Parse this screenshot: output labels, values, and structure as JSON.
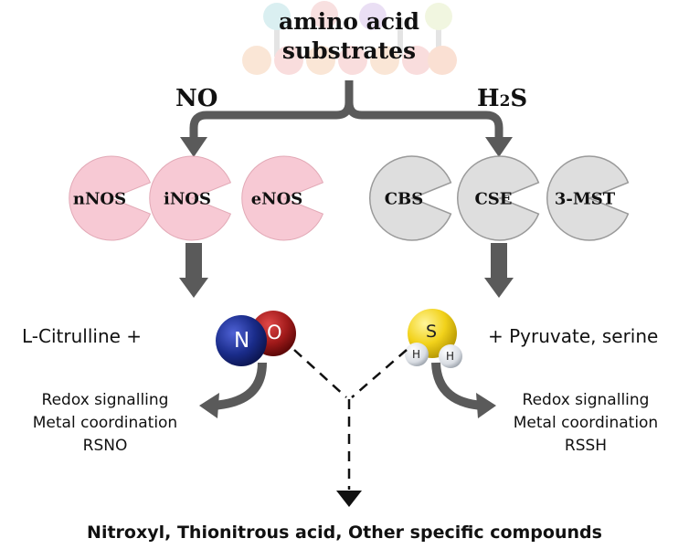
{
  "header": {
    "line1": "amino acid",
    "line2": "substrates"
  },
  "branches": {
    "left": {
      "label": "NO"
    },
    "right": {
      "label_main": "H",
      "label_sub": "2",
      "label_end": "S"
    }
  },
  "enzymes": {
    "no": [
      "nNOS",
      "iNOS",
      "eNOS"
    ],
    "h2s": [
      "CBS",
      "CSE",
      "3-MST"
    ]
  },
  "products": {
    "left_text": "L-Citrulline  +",
    "right_text": "+ Pyruvate, serine"
  },
  "molecules": {
    "no": {
      "atom1": "N",
      "atom2": "O"
    },
    "h2s": {
      "center": "S",
      "h1": "H",
      "h2": "H"
    }
  },
  "roles": {
    "left": [
      "Redox signalling",
      "Metal coordination",
      "RSNO"
    ],
    "right": [
      "Redox signalling",
      "Metal coordination",
      "RSSH"
    ]
  },
  "bottom": {
    "text": "Nitroxyl, Thionitrous acid, Other specific compounds"
  },
  "colors": {
    "no_enzyme": "#f7c9d4",
    "h2s_enzyme": "#dedede",
    "arrow": "#5a5a5a",
    "nitrogen": "#1a2c8a",
    "oxygen": "#a01a1a",
    "sulfur": "#f2d21b"
  }
}
